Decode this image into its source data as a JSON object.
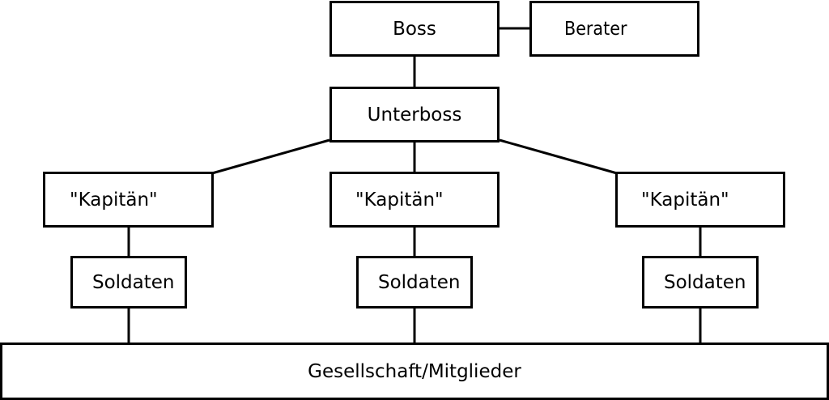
{
  "diagram": {
    "nodes": {
      "boss": "Boss",
      "berater": "Berater",
      "unterboss": "Unterboss",
      "kapitaen_1": "\"Kapitän\"",
      "kapitaen_2": "\"Kapitän\"",
      "kapitaen_3": "\"Kapitän\"",
      "soldaten_1": "Soldaten",
      "soldaten_2": "Soldaten",
      "soldaten_3": "Soldaten",
      "gesellschaft": "Gesellschaft/Mitglieder"
    },
    "colors": {
      "line": "#000000",
      "background": "#ffffff"
    }
  }
}
